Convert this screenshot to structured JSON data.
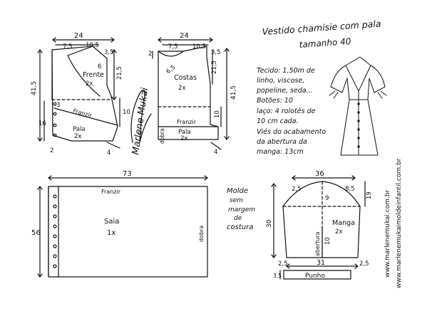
{
  "title": {
    "line1": "Vestido chamisie com pala",
    "line2": "tamanho 40"
  },
  "info": [
    {
      "text": "Tecido: 1,50m de"
    },
    {
      "text": "linho, viscose,"
    },
    {
      "text": "popeline, seda..."
    },
    {
      "text": "Botões: 10"
    },
    {
      "text": "laço: 4 rolotês de"
    },
    {
      "text": "10 cm cada."
    },
    {
      "text": "Viés do acabamento"
    },
    {
      "text": "da abertura da"
    },
    {
      "text": "manga: 13cm"
    }
  ],
  "signature": "Marlene Mukai",
  "note": {
    "line1": "Molde",
    "line2": "sem",
    "line3": "margem",
    "line4": "de",
    "line5": "costura"
  },
  "websites": {
    "site1": "www.marlenemukai.com.br",
    "site2": "www.marlenemukaimoldeinfantil.com.br"
  },
  "frente": {
    "name": "Frente",
    "qty": "2x",
    "width": "24",
    "seg1": "7,5",
    "seg2": "10,5",
    "neck": "3,5",
    "shoulder": "6",
    "height": "41,5",
    "armhole": "21,5",
    "waist_drop": "10",
    "mid": "3",
    "hem_side": "4",
    "pala_h": "16",
    "bottom": "2",
    "franzir": "Franzir",
    "pala": "Pala",
    "pala_qty": "2x"
  },
  "costas": {
    "name": "Costas",
    "qty": "2x",
    "width": "24",
    "seg1": "7,5",
    "seg2": "10,5",
    "neck": "3,5",
    "left_neck": "2",
    "shoulder": "6,5",
    "armhole": "21,5",
    "height": "41,5",
    "waist": "10",
    "hem_side": "4",
    "franzir": "Franzir",
    "pala": "Pala",
    "pala_qty": "2x",
    "dobra": "dobra"
  },
  "saia": {
    "name": "Saia",
    "qty": "1x",
    "width": "73",
    "height": "56",
    "franzir": "Franzir",
    "dobra": "dobra"
  },
  "manga": {
    "name": "Manga",
    "qty": "2x",
    "top": "36",
    "left_cap": "2,5",
    "right_cap": "8,5",
    "center": "9",
    "cap_h": "19",
    "side_l": "2,5",
    "side_r": "2,5",
    "height": "30",
    "abertura_len": "10",
    "abertura": "abertura",
    "bottom": "31",
    "punho_h": "3,5",
    "punho": "Punho"
  }
}
